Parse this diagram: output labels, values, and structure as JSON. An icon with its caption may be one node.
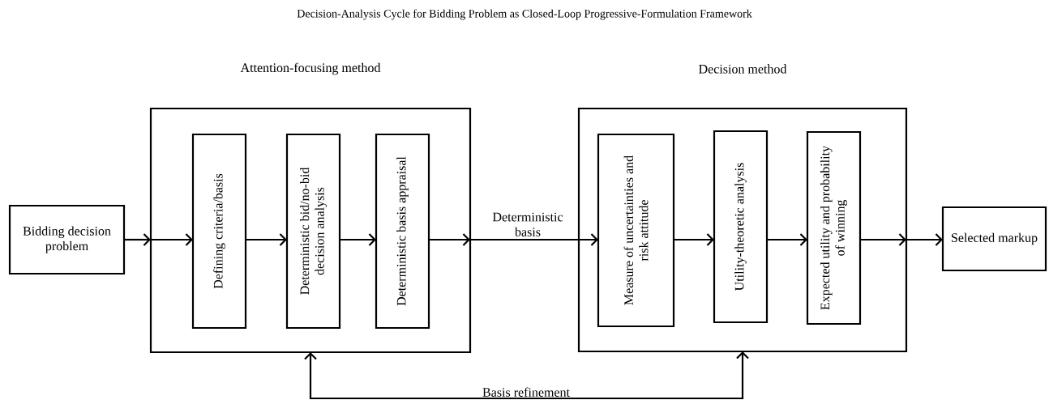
{
  "diagram": {
    "title": "Decision-Analysis Cycle for Bidding Problem as Closed-Loop Progressive-Formulation Framework",
    "nodes": [
      {
        "text": [
          "Bidding decision problem"
        ]
      },
      {
        "text": [
          "Attention-focusing method"
        ]
      },
      {
        "text": [
          "Defining criteria/basis"
        ],
        "in": 1
      },
      {
        "text": [
          "Deterministic bid/no-bid decision analysis"
        ],
        "in": 1
      },
      {
        "text": [
          "Deterministic basis appraisal"
        ],
        "in": 1
      },
      {
        "text": [
          "Decision method"
        ]
      },
      {
        "text": [
          "Measure of uncertainties and risk attitude"
        ],
        "in": 5
      },
      {
        "text": [
          "Utility-theoretic analysis"
        ],
        "in": 5
      },
      {
        "text": [
          "Expected utility and probability of winning"
        ],
        "in": 5
      },
      {
        "text": [
          "Selected markup"
        ]
      }
    ],
    "edges": [
      {
        "from": 0,
        "to": 1,
        "arrow": "to"
      },
      {
        "from": 1,
        "to": 2,
        "arrow": "to"
      },
      {
        "from": 2,
        "to": 3,
        "arrow": "to"
      },
      {
        "from": 3,
        "to": 4,
        "arrow": "to"
      },
      {
        "from": 4,
        "to": 1,
        "arrow": "to"
      },
      {
        "from": 1,
        "to": 6,
        "arrow": "to",
        "label": "Deterministic basis"
      },
      {
        "from": 6,
        "to": 7,
        "arrow": "to"
      },
      {
        "from": 7,
        "to": 8,
        "arrow": "to"
      },
      {
        "from": 8,
        "to": 5,
        "arrow": "to"
      },
      {
        "from": 5,
        "to": 9,
        "arrow": "to"
      },
      {
        "from": 1,
        "to": 5,
        "arrow": "both",
        "label": "Basis refinement"
      }
    ]
  }
}
